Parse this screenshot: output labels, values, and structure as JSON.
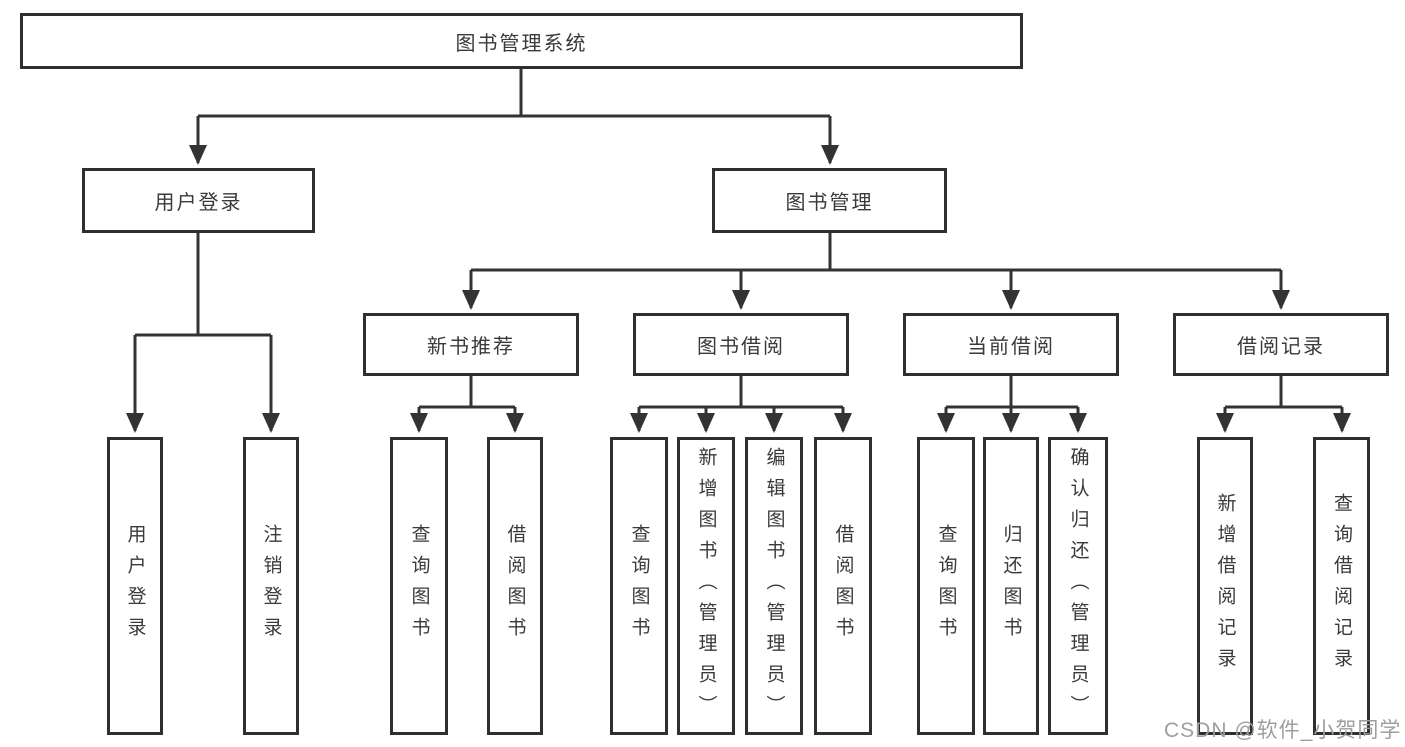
{
  "colors": {
    "line": "#333333",
    "box_border": "#2f2f2f",
    "box_fill": "#ffffff",
    "text": "#3a3a3a",
    "watermark": "#9e9e9e",
    "background": "#ffffff"
  },
  "root": {
    "label": "图书管理系统"
  },
  "branches": [
    {
      "label": "用户登录",
      "children": [
        {
          "label": "用户登录"
        },
        {
          "label": "注销登录"
        }
      ]
    },
    {
      "label": "图书管理",
      "children": [
        {
          "label": "新书推荐",
          "children": [
            {
              "label": "查询图书"
            },
            {
              "label": "借阅图书"
            }
          ]
        },
        {
          "label": "图书借阅",
          "children": [
            {
              "label": "查询图书"
            },
            {
              "label": "新增图书（管理员）"
            },
            {
              "label": "编辑图书（管理员）"
            },
            {
              "label": "借阅图书"
            }
          ]
        },
        {
          "label": "当前借阅",
          "children": [
            {
              "label": "查询图书"
            },
            {
              "label": "归还图书"
            },
            {
              "label": "确认归还（管理员）"
            }
          ]
        },
        {
          "label": "借阅记录",
          "children": [
            {
              "label": "新增借阅记录"
            },
            {
              "label": "查询借阅记录"
            }
          ]
        }
      ]
    }
  ],
  "watermark": {
    "text": "CSDN @软件_小贺同学"
  }
}
